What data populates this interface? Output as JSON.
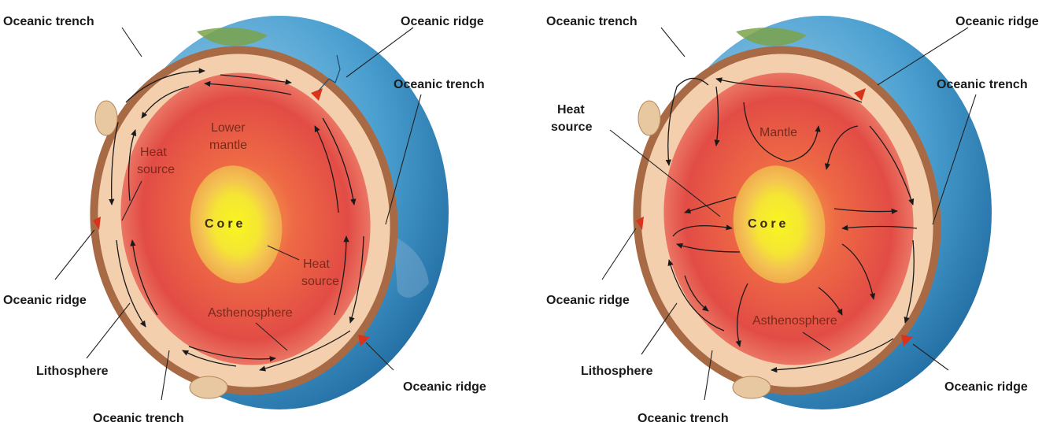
{
  "left_panel": {
    "labels": {
      "top_left_trench": "Oceanic trench",
      "top_right_ridge": "Oceanic ridge",
      "right_trench": "Oceanic trench",
      "left_ridge": "Oceanic ridge",
      "lithosphere": "Lithosphere",
      "bottom_trench": "Oceanic trench",
      "bottom_right_ridge": "Oceanic ridge",
      "lower_mantle_1": "Lower",
      "lower_mantle_2": "mantle",
      "heat_source_upper_1": "Heat",
      "heat_source_upper_2": "source",
      "core": "Core",
      "heat_source_core_1": "Heat",
      "heat_source_core_2": "source",
      "asthenosphere": "Asthenosphere"
    }
  },
  "right_panel": {
    "labels": {
      "top_left_trench": "Oceanic trench",
      "top_right_ridge": "Oceanic ridge",
      "right_trench": "Oceanic trench",
      "heat_source_1": "Heat",
      "heat_source_2": "source",
      "mantle": "Mantle",
      "core": "Core",
      "left_ridge": "Oceanic ridge",
      "lithosphere": "Lithosphere",
      "bottom_trench": "Oceanic trench",
      "bottom_right_ridge": "Oceanic ridge",
      "asthenosphere": "Asthenosphere"
    }
  },
  "colors": {
    "ocean": "#4a9fd0",
    "lithosphere": "#a86a45",
    "asthenosphere": "#f4cfae",
    "mantle": "#e24c45",
    "core_outer": "#f0a84a",
    "core_inner": "#f5ee30",
    "ridge": "#d9331c"
  }
}
